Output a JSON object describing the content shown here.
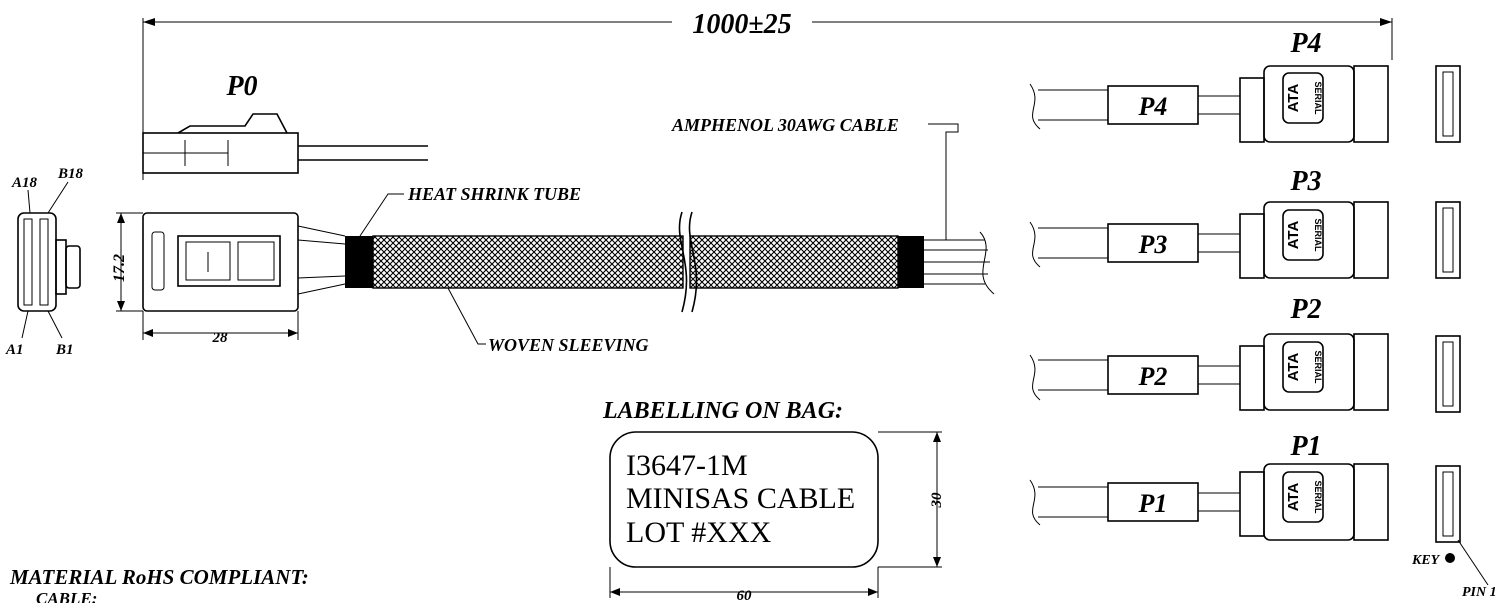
{
  "dimensions": {
    "overall_length": "1000±25",
    "connector_height": "17.2",
    "connector_width": "28",
    "label_height": "30",
    "label_width": "60"
  },
  "connectors": {
    "p0": "P0",
    "sata": [
      {
        "top_label": "P4",
        "cable_label": "P4"
      },
      {
        "top_label": "P3",
        "cable_label": "P3"
      },
      {
        "top_label": "P2",
        "cable_label": "P2"
      },
      {
        "top_label": "P1",
        "cable_label": "P1"
      }
    ],
    "sata_logo": {
      "line1": "SERIAL",
      "line2": "ATA"
    }
  },
  "pins": {
    "a18": "A18",
    "b18": "B18",
    "a1": "A1",
    "b1": "B1",
    "key": "KEY",
    "pin1": "PIN 1"
  },
  "callouts": {
    "cable": "AMPHENOL 30AWG CABLE",
    "heat_shrink": "HEAT SHRINK TUBE",
    "sleeving": "WOVEN SLEEVING"
  },
  "bag_label": {
    "heading": "LABELLING ON BAG:",
    "lines": [
      "I3647-1M",
      "MINISAS CABLE",
      "LOT #XXX"
    ]
  },
  "notes": {
    "material": "MATERIAL RoHS COMPLIANT:",
    "cable": "CABLE:"
  }
}
